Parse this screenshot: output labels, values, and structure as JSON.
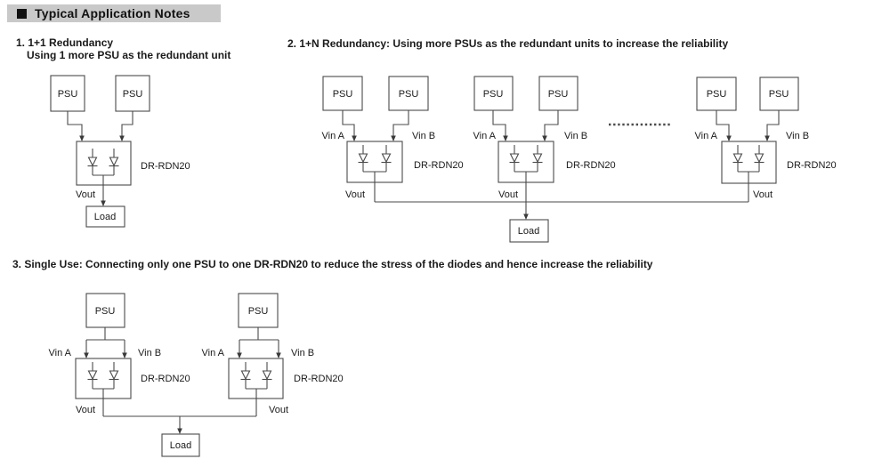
{
  "header": {
    "title": "Typical Application Notes"
  },
  "notes": {
    "n1_title": "1. 1+1 Redundancy",
    "n1_subtitle": "Using 1 more PSU as the redundant unit",
    "n2_title": "2. 1+N Redundancy: Using more PSUs as the redundant units to increase the reliability",
    "n3_title": "3. Single Use: Connecting only one PSU to one DR-RDN20 to reduce the stress of the diodes and hence increase the reliability"
  },
  "labels": {
    "psu": "PSU",
    "module": "DR-RDN20",
    "load": "Load",
    "vout": "Vout",
    "vin_a": "Vin A",
    "vin_b": "Vin B"
  },
  "colors": {
    "header_bg": "#c9c9c9",
    "line": "#4a4a4a",
    "text": "#1a1a1a"
  }
}
